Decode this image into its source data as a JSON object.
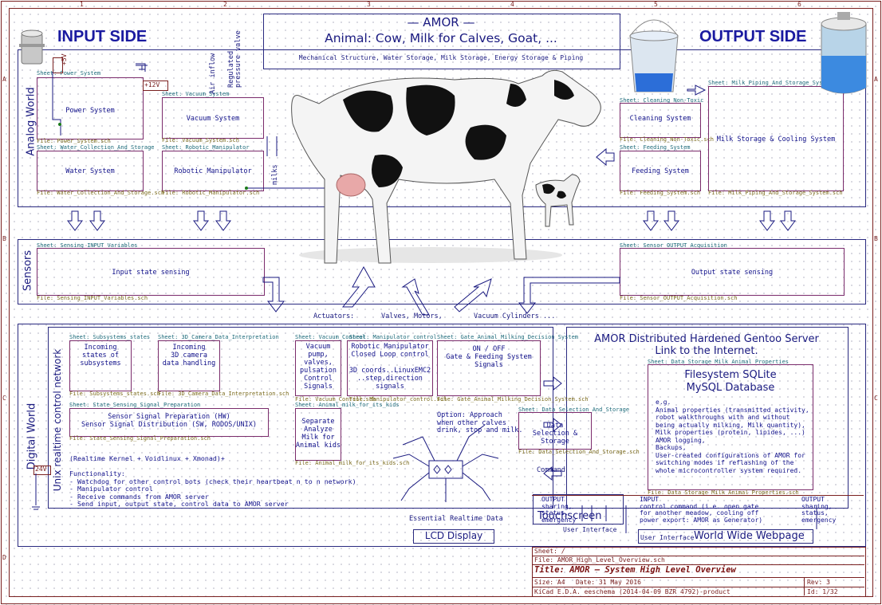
{
  "header": {
    "title_line1": "— AMOR —",
    "title_line2": "Animal: Cow, Milk for Calves, Goat, ...",
    "subtitle": "Mechanical Structure, Water Storage, Milk Storage, Energy Storage & Piping",
    "input_side": "INPUT SIDE",
    "output_side": "OUTPUT SIDE"
  },
  "regions": {
    "analog_world": "Analog World",
    "sensors": "Sensors",
    "digital_world": "Digital World",
    "unix_network": "Unix realtime control network"
  },
  "border": {
    "cols_top": [
      "1",
      "2",
      "3",
      "4",
      "5",
      "6"
    ],
    "rows_left": [
      "A",
      "B",
      "C",
      "D"
    ]
  },
  "power_labels": {
    "plus5v": "+5V",
    "plus12v": "+12V",
    "plus24v": "24V"
  },
  "annotations": {
    "air_inflow": "Air inflow",
    "pressure_valve": "Regulated pressure valve",
    "milks": "milks",
    "actuators": "Actuators:",
    "valves_motors": "Valves, Motors,",
    "vacuum_cylinders": "Vacuum Cylinders ...",
    "command": "Command",
    "essential_rt": "Essential Realtime Data",
    "lcd": "LCD Display",
    "touchscreen": "Touchscreen",
    "www": "World Wide Webpage",
    "user_iface1": "User Interface",
    "user_iface2": "User Interface",
    "option_approach": "Option: Approach\nwhen other calves\ndrink, stop and milk."
  },
  "sheets": {
    "power": {
      "name": "Sheet: Power_System",
      "label": "Power System",
      "file": "File: Power_System.sch"
    },
    "vacuum": {
      "name": "Sheet: Vacuum_System",
      "label": "Vacuum System",
      "file": "File: Vacuum_System.sch"
    },
    "water": {
      "name": "Sheet: Water_Collection_And_Storage",
      "label": "Water System",
      "file": "File: Water_Collection_And_Storage.sch"
    },
    "robotic": {
      "name": "Sheet: Robotic_Manipulator",
      "label": "Robotic Manipulator",
      "file": "File: Robotic_Manipulator.sch"
    },
    "cleaning": {
      "name": "Sheet: Cleaning_Non-Toxic",
      "label": "Cleaning System",
      "file": "File: Cleaning_Non-Toxic.sch"
    },
    "feeding": {
      "name": "Sheet: Feeding_System",
      "label": "Feeding System",
      "file": "File: Feeding_System.sch"
    },
    "milkstorage": {
      "name": "Sheet: Milk_Piping_And_Storage_System",
      "label": "Milk Storage & Cooling System",
      "file": "File: Milk_Piping_And_Storage_System.sch"
    },
    "input_sense": {
      "name": "Sheet: Sensing_INPUT_Variables",
      "label": "Input state sensing",
      "file": "File: Sensing_INPUT_Variables.sch"
    },
    "output_sense": {
      "name": "Sheet: Sensor_OUTPUT_Acquisition",
      "label": "Output state sensing",
      "file": "File: Sensor_OUTPUT_Acquisition.sch"
    },
    "subsystems": {
      "name": "Sheet: Subsystems_states",
      "label": "Incoming\nstates of\nsubsystems",
      "file": "File: Subsystems_states.sch"
    },
    "camera": {
      "name": "Sheet: 3D_Camera_Data_Interpretation",
      "label": "Incoming\n3D camera\ndata handling",
      "file": "File: 3D_Camera_Data_Interpretation.sch"
    },
    "vacuum_ctrl": {
      "name": "Sheet: Vacuum_Control",
      "label": "Vacuum\npump,\nvalves,\npulsation\nControl\nSignals",
      "file": "File: Vacuum_Control.sch"
    },
    "manip_ctrl": {
      "name": "Sheet: Manipulator_control",
      "label": "Robotic Manipulator\nClosed Loop control\n\n3D coords..LinuxEMC2\n..step,direction signals",
      "file": "File: Manipulator_control.sch"
    },
    "gate": {
      "name": "Sheet: Gate_Animal_Milking_Decision_System",
      "label": "ON / OFF\nGate & Feeding System\nSignals",
      "file": "File: Gate_Animal_Milking_Decision_System.sch"
    },
    "state_sense": {
      "name": "Sheet: State_Sensing_Signal_Preparation",
      "label": "Sensor Signal Preparation (HW)\nSensor Signal Distribution (SW, RODOS/UNIX)",
      "file": "File: State_Sensing_Signal_Preparation.sch"
    },
    "animal_milk": {
      "name": "Sheet: Animal_milk_for_its_kids",
      "label": "Separate\nAnalyze\nMilk for\nAnimal kids",
      "file": "File: Animal_milk_for_its_kids.sch"
    },
    "data_sel": {
      "name": "Sheet: Data_Selection_And_Storage",
      "label": "Data\nSelection & Storage",
      "file": "File: Data_Selection_And_Storage.sch"
    },
    "db": {
      "name": "Sheet: Data_Storage_Milk_Animal_Properties",
      "label1": "Filesystem SQLite",
      "label2": "MySQL Database",
      "file": "File: Data_Storage_Milk_Animal_Properties.sch",
      "text": "e.g.\nAnimal properties (transmitted activity,\nrobot walkthroughs with and without\nbeing actually milking, Milk quantity),\nMilk properties (protein, lipides, ...)\nAMOR logging,\nBackups,\nUser-created configurations of AMOR for\nswitching modes if reflashing of the\nwhole microcontroller system required."
    }
  },
  "server": {
    "line1": "AMOR Distributed Hardened Gentoo Server",
    "line2": "Link to the Internet."
  },
  "kernel_text": "(Realtime Kernel + Voidlinux + Xmonad)+\n\nFunctionality:\n- Watchdog for other control bots (check their heartbeat n to n network)\n- Manipulator control\n- Receive commands from AMOR server\n- Send input, output state, control data to AMOR server",
  "io_table": {
    "left": "OUTPUT\nsharing,\nstatus,\nemergency",
    "mid": "INPUT\ncontrol command (i.e. open gate\nfor another meadow, cooling off\npower export: AMOR as Generator)",
    "right": "OUTPUT\nsharing,\nstatus,\nemergency"
  },
  "title_block": {
    "sheet": "Sheet: /",
    "file": "File: AMOR_High_Level_Overview.sch",
    "title": "Title: AMOR — System High Level Overview",
    "size": "Size: A4",
    "date": "Date: 31 May 2016",
    "rev": "Rev: 3",
    "kicad": "KiCad E.D.A.  eeschema (2014-04-09 BZR 4792)-product",
    "id": "Id: 1/32"
  },
  "colors": {
    "wire": "#1a1a80",
    "sheet_border": "#7a2b6b",
    "frame": "#7a2020",
    "title": "#7a1010"
  },
  "icons": [
    "milk-can-icon",
    "milk-bucket-icon",
    "milk-tank-icon",
    "cow-icon",
    "calf-icon",
    "robot-sketch-icon"
  ]
}
